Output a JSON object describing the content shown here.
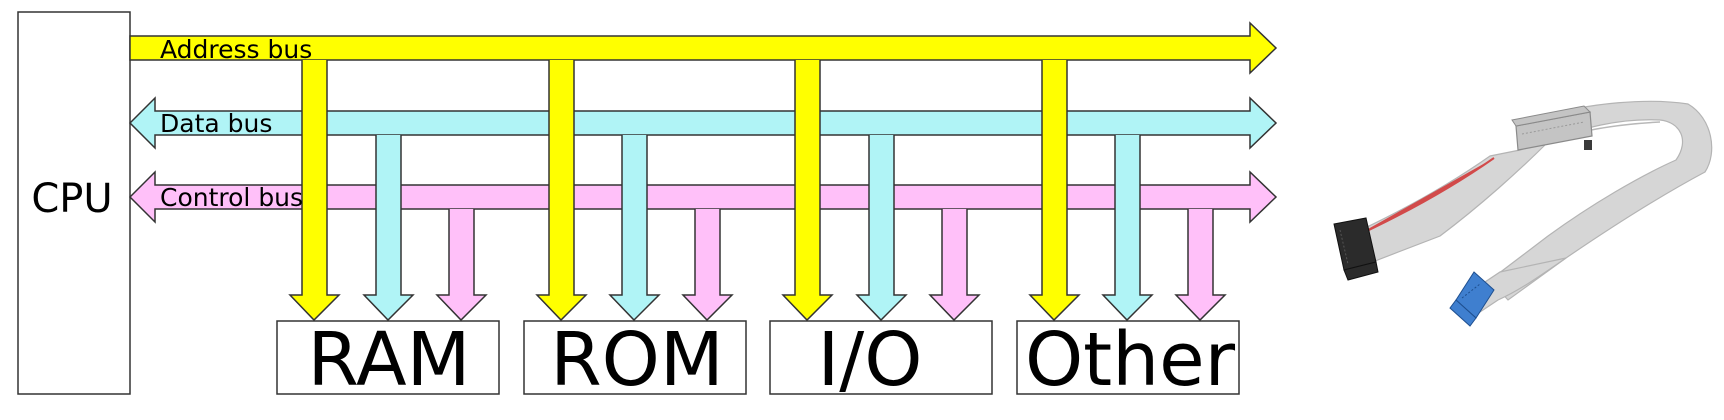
{
  "diagram": {
    "cpu_label": "CPU",
    "buses": [
      {
        "key": "address",
        "label": "Address bus",
        "color": "#ffff00"
      },
      {
        "key": "data",
        "label": "Data bus",
        "color": "#b0f4f6"
      },
      {
        "key": "control",
        "label": "Control bus",
        "color": "#ffc0f9"
      }
    ],
    "devices": [
      {
        "label": "RAM"
      },
      {
        "label": "ROM"
      },
      {
        "label": "I/O"
      },
      {
        "label": "Other"
      }
    ],
    "colors": {
      "outline": "#333333",
      "background": "#ffffff"
    }
  },
  "photo": {
    "subject": "ribbon-cable",
    "colors": {
      "cable": "#d6d6d6",
      "cable_edge": "#b4b4b4",
      "red_stripe": "#d24a4a",
      "connector_black": "#2b2b2b",
      "connector_blue": "#3f7fcf",
      "connector_gray": "#c4c4c4"
    }
  }
}
